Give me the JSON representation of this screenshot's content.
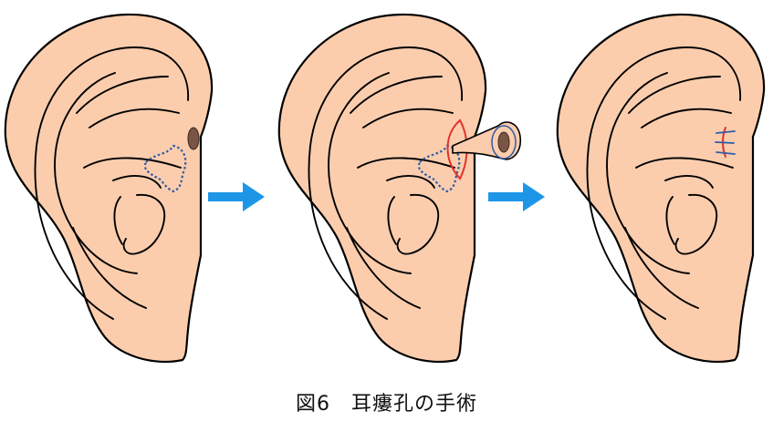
{
  "figure": {
    "caption": "図6　耳瘻孔の手術",
    "panels": [
      {
        "step": "before-surgery",
        "elements": [
          "ear",
          "fistula-opening",
          "fistula-tract"
        ]
      },
      {
        "step": "excision",
        "elements": [
          "ear",
          "excised-fistula",
          "elliptical-incision",
          "fistula-tract"
        ]
      },
      {
        "step": "after-suture",
        "elements": [
          "ear",
          "sutured-incision"
        ]
      }
    ],
    "arrows": [
      "step-1-to-2",
      "step-2-to-3"
    ],
    "colors": {
      "skin": "#FBCDAD",
      "outline": "#000000",
      "fistula_dark": "#7A5545",
      "tract_dotted": "#2E5CA8",
      "incision_red": "#E0312A",
      "suture_blue": "#2E5CA8",
      "arrow": "#1E96E8",
      "caption": "#111111"
    }
  }
}
